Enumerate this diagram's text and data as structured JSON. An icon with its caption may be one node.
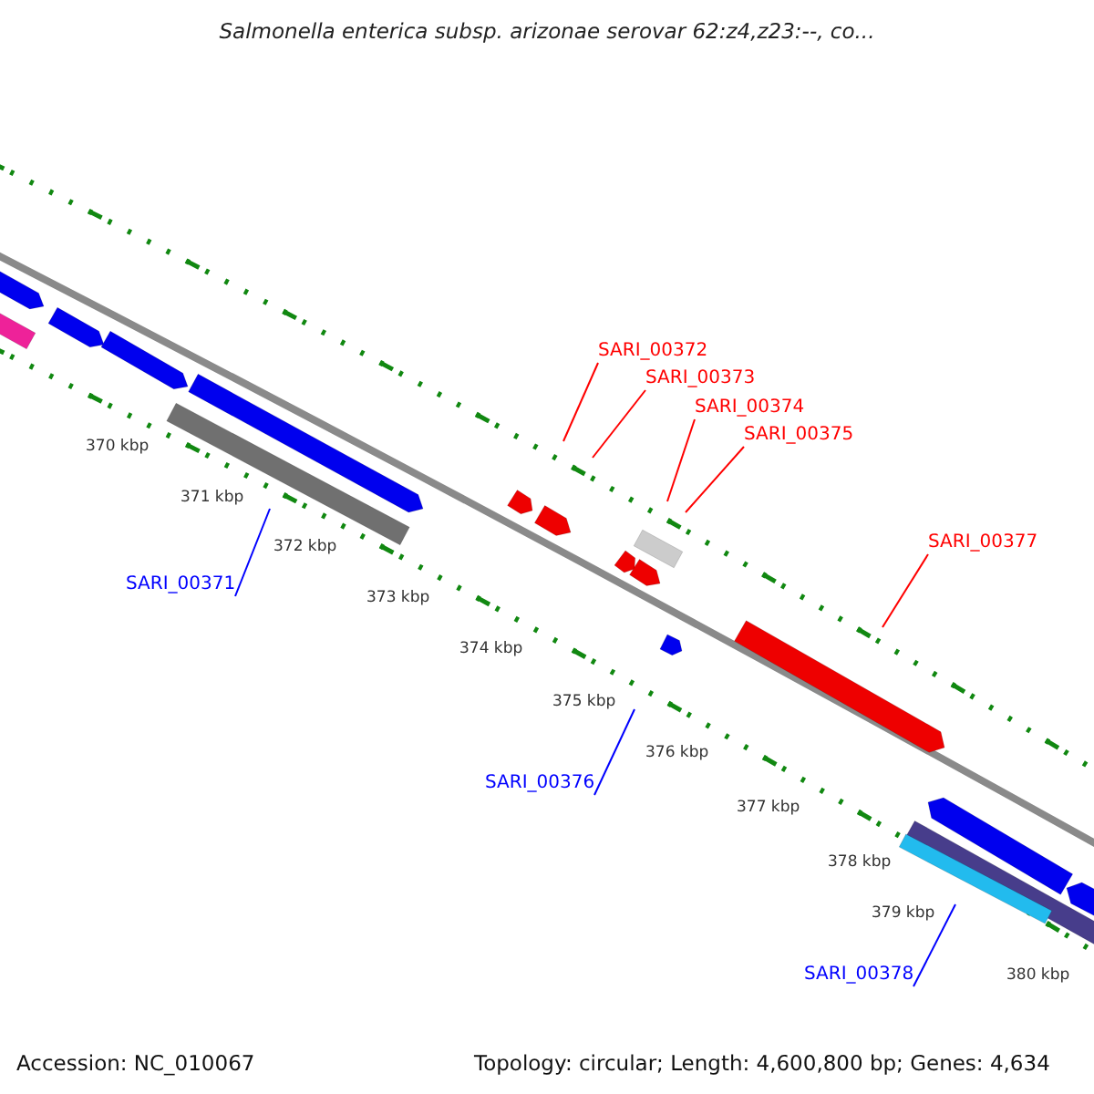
{
  "diagram": {
    "title": "Salmonella enterica subsp. arizonae serovar 62:z4,z23:--, co...",
    "nodes": [
      {
        "text": [
          "SARI_00372"
        ]
      },
      {
        "text": [
          "SARI_00373"
        ]
      },
      {
        "text": [
          "SARI_00374"
        ]
      },
      {
        "text": [
          "SARI_00375"
        ]
      },
      {
        "text": [
          "SARI_00377"
        ]
      },
      {
        "text": [
          "SARI_00371"
        ]
      },
      {
        "text": [
          "SARI_00376"
        ]
      },
      {
        "text": [
          "SARI_00378"
        ]
      }
    ],
    "edges": [
      {
        "from": 0,
        "to": null,
        "arrow": "none"
      },
      {
        "from": 1,
        "to": null,
        "arrow": "none"
      },
      {
        "from": 2,
        "to": null,
        "arrow": "none"
      },
      {
        "from": 3,
        "to": null,
        "arrow": "none"
      },
      {
        "from": 4,
        "to": null,
        "arrow": "none"
      },
      {
        "from": 5,
        "to": null,
        "arrow": "none",
        "color": "#0000ff"
      },
      {
        "from": 6,
        "to": null,
        "arrow": "none",
        "color": "#0000ff"
      },
      {
        "from": 7,
        "to": null,
        "arrow": "none",
        "color": "#0000ff"
      }
    ],
    "labels": [
      "370 kbp",
      "371 kbp",
      "372 kbp",
      "373 kbp",
      "374 kbp",
      "375 kbp",
      "376 kbp",
      "377 kbp",
      "378 kbp",
      "379 kbp",
      "380 kbp",
      "Accession: NC_010067",
      "Topology: circular; Length: 4,600,800 bp; Genes: 4,634"
    ]
  }
}
